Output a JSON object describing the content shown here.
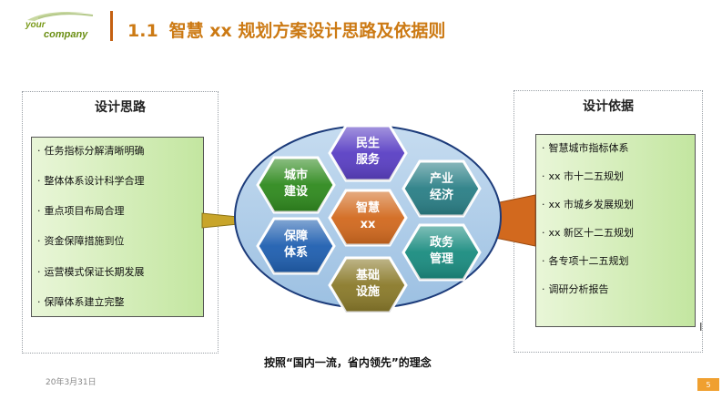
{
  "header": {
    "logo_line1": "your",
    "logo_line2": "company",
    "section_number": "1.1",
    "title": "智慧 xx 规划方案设计思路及依据则"
  },
  "left_panel": {
    "title": "设计思路",
    "items": [
      "任务指标分解清晰明确",
      "整体体系设计科学合理",
      "重点项目布局合理",
      "资金保障措施到位",
      "运营模式保证长期发展",
      "保障体系建立完整"
    ]
  },
  "right_panel": {
    "title": "设计依据",
    "items": [
      "智慧城市指标体系",
      "xx 市十二五规划",
      "xx 市城乡发展规划",
      "xx 新区十二五规划",
      "各专项十二五规划",
      "调研分析报告"
    ]
  },
  "hexagons": {
    "center": {
      "line1": "智慧",
      "line2": "xx",
      "color": "#d2691e"
    },
    "top": {
      "line1": "民生",
      "line2": "服务",
      "color": "#5a3fc4"
    },
    "upper_left": {
      "line1": "城市",
      "line2": "建设",
      "color": "#2f8a1e"
    },
    "upper_right": {
      "line1": "产业",
      "line2": "经济",
      "color": "#2a7f86"
    },
    "lower_left": {
      "line1": "保障",
      "line2": "体系",
      "color": "#1f5fb0"
    },
    "lower_right": {
      "line1": "政务",
      "line2": "管理",
      "color": "#1a8c80"
    },
    "bottom": {
      "line1": "基础",
      "line2": "设施",
      "color": "#8a7a2a"
    }
  },
  "caption": "按照“国内一流，省内领先”的理念",
  "footer": {
    "date": "20年3月31日",
    "page_number": "5"
  },
  "cursor_glyph": "I"
}
